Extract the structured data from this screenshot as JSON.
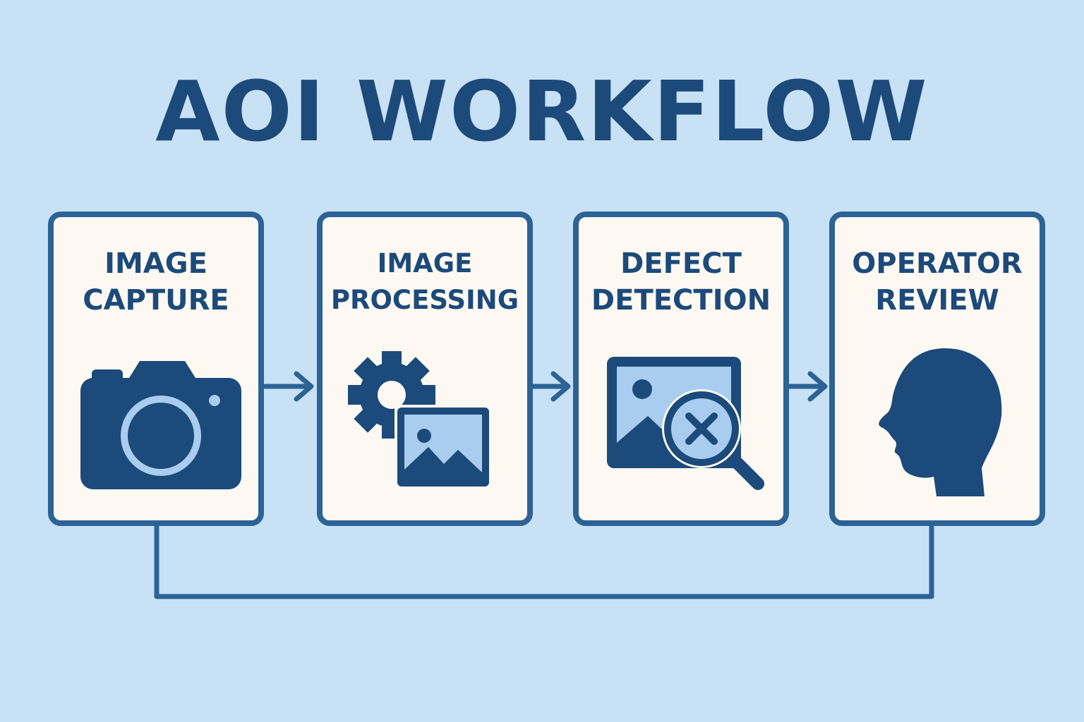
{
  "title": "AOI WORKFLOW",
  "steps": [
    {
      "label": "IMAGE\nCAPTURE",
      "icon": "camera-icon"
    },
    {
      "label": "IMAGE\nPROCESSING",
      "icon": "gear-image-icon"
    },
    {
      "label": "DEFECT\nDETECTION",
      "icon": "image-magnifier-defect-icon"
    },
    {
      "label": "OPERATOR\nREVIEW",
      "icon": "human-head-icon"
    }
  ],
  "colors": {
    "background": "#c9e1f5",
    "primary": "#1c4a7a",
    "border": "#2c6396",
    "card_fill": "#fdf9f2",
    "icon_light": "#a9cdee"
  }
}
